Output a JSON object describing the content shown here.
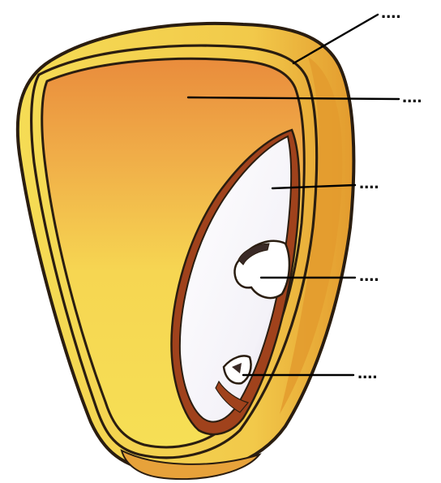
{
  "diagram": {
    "subject": "corn kernel (maize grain) cross-section",
    "labels": [
      {
        "id": "pericarp",
        "text": "...."
      },
      {
        "id": "endosperm",
        "text": "...."
      },
      {
        "id": "cotyledon",
        "text": "...."
      },
      {
        "id": "plumule",
        "text": "...."
      },
      {
        "id": "radicle",
        "text": "...."
      }
    ]
  },
  "colors": {
    "outline": "#2a1d10",
    "seed_coat": "#f2d64a",
    "seed_coat_shadow": "#e0a22a",
    "endosperm_top": "#e98c3c",
    "endosperm_bottom": "#f6df55",
    "embryo": "#ffffff",
    "embryo_shadow": "#c9c3d6",
    "embryo_dark": "#a0421c"
  }
}
